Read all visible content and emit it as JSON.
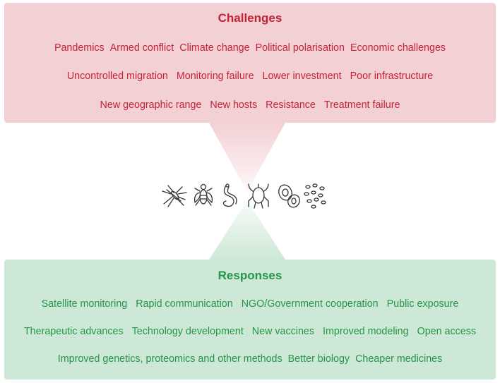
{
  "challenges": {
    "title": "Challenges",
    "color": "#c5223a",
    "background": "#f3d0d4",
    "rows": [
      [
        "Pandemics",
        "Armed conflict",
        "Climate change",
        "Political polarisation",
        "Economic challenges"
      ],
      [
        "Uncontrolled migration",
        "Monitoring failure",
        "Lower investment",
        "Poor infrastructure"
      ],
      [
        "New geographic range",
        "New hosts",
        "Resistance",
        "Treatment failure"
      ]
    ]
  },
  "responses": {
    "title": "Responses",
    "color": "#249647",
    "background": "#cde8d6",
    "rows": [
      [
        "Satellite monitoring",
        "Rapid communication",
        "NGO/Government cooperation",
        "Public exposure"
      ],
      [
        "Therapeutic advances",
        "Technology development",
        "New vaccines",
        "Improved modeling",
        "Open access"
      ],
      [
        "Improved genetics, proteomics and other methods",
        "Better biology",
        "Cheaper medicines"
      ]
    ]
  },
  "pathogen_icons": [
    "mosquito-icon",
    "fly-icon",
    "worm-icon",
    "tick-icon",
    "protozoa-icon",
    "bacteria-icon"
  ]
}
